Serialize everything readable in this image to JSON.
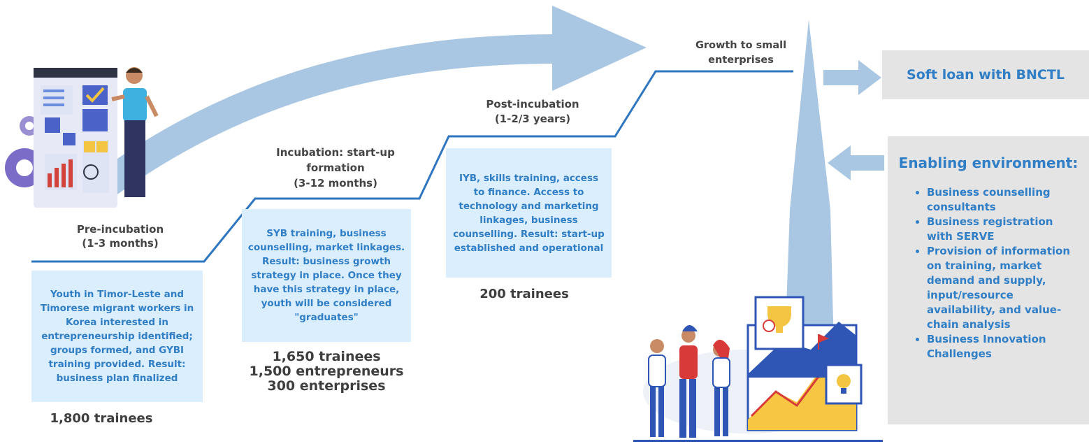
{
  "stages": {
    "pre_incubation": {
      "label_line1": "Pre-incubation",
      "label_line2": "(1-3 months)",
      "description": "Youth in Timor-Leste and Timorese migrant workers in Korea interested in entrepreneurship identified; groups formed, and GYBI training provided. Result: business plan finalized",
      "count_line1": "1,800 trainees"
    },
    "incubation": {
      "label_line1": "Incubation: start-up",
      "label_line2": "formation",
      "label_line3": "(3-12 months)",
      "description": "SYB training, business counselling, market linkages. Result: business growth strategy in place. Once they have this strategy in place, youth will be considered \"graduates\"",
      "count_line1": "1,650 trainees",
      "count_line2": "1,500 entrepreneurs",
      "count_line3": "300 enterprises"
    },
    "post_incubation": {
      "label_line1": "Post-incubation",
      "label_line2": "(1-2/3 years)",
      "description": "IYB, skills training, access to finance. Access to technology and marketing linkages, business counselling. Result: start-up established and operational",
      "count_line1": "200 trainees"
    },
    "growth": {
      "label_line1": "Growth to small",
      "label_line2": "enterprises"
    }
  },
  "soft_loan": {
    "label": "Soft loan with BNCTL"
  },
  "enabling": {
    "title": "Enabling environment:",
    "items": [
      "Business counselling consultants",
      "Business registration with SERVE",
      "Provision of information on training, market demand and supply, input/resource availability, and value-chain analysis",
      "Business Innovation Challenges"
    ]
  },
  "colors": {
    "accent_blue": "#2f7ec6",
    "light_box": "#dbeefe",
    "big_arrow": "#a9c7e3",
    "grey_box": "#e4e4e4"
  },
  "icons": [
    "planning-board-illustration",
    "team-presentation-illustration"
  ]
}
